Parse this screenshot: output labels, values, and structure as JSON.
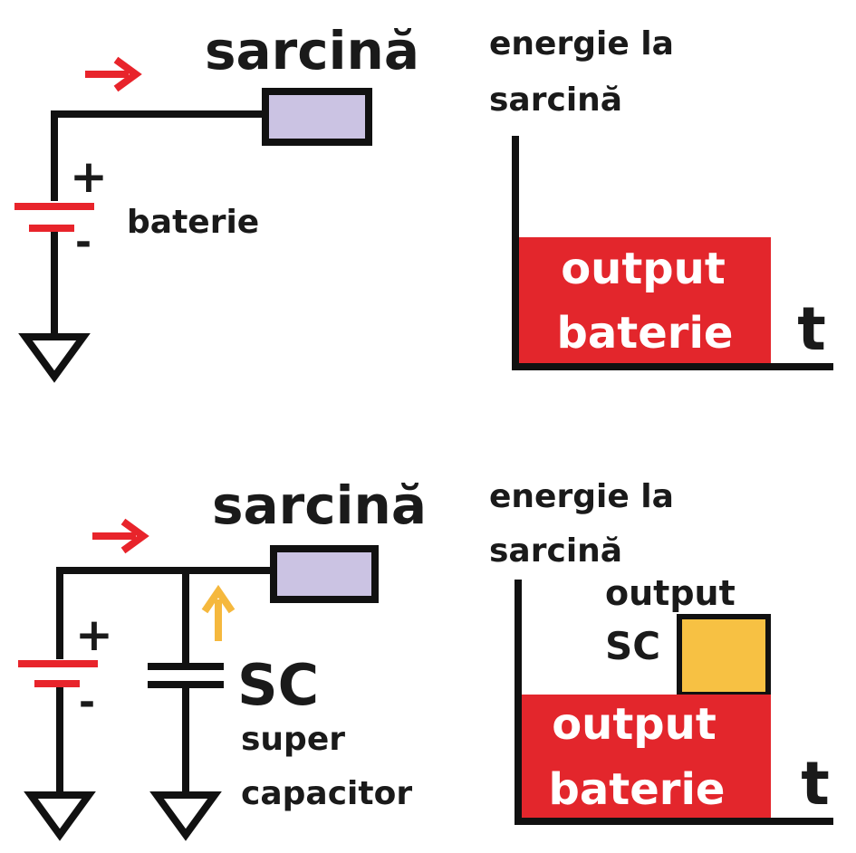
{
  "colors": {
    "wire": "#111111",
    "battery_plate": "#e8242b",
    "arrow_main": "#e8242b",
    "arrow_sc": "#f5b83d",
    "load_fill": "#cbc3e3",
    "battery_block": "#e3262c",
    "sc_block": "#f7c143",
    "block_text": "#ffffff",
    "label_text": "#1a1a1a"
  },
  "top": {
    "load_label": "sarcină",
    "battery_label": "baterie",
    "plus": "+",
    "minus": "-",
    "graph": {
      "title_line1": "energie la",
      "title_line2": "sarcină",
      "battery_output_line1": "output",
      "battery_output_line2": "baterie",
      "time_label": "t"
    }
  },
  "bottom": {
    "load_label": "sarcină",
    "plus": "+",
    "minus": "-",
    "sc_label": "SC",
    "sc_desc_line1": "super",
    "sc_desc_line2": "capacitor",
    "graph": {
      "title_line1": "energie la",
      "title_line2": "sarcină",
      "sc_output_line1": "output",
      "sc_output_line2": "SC",
      "battery_output_line1": "output",
      "battery_output_line2": "baterie",
      "time_label": "t"
    }
  }
}
